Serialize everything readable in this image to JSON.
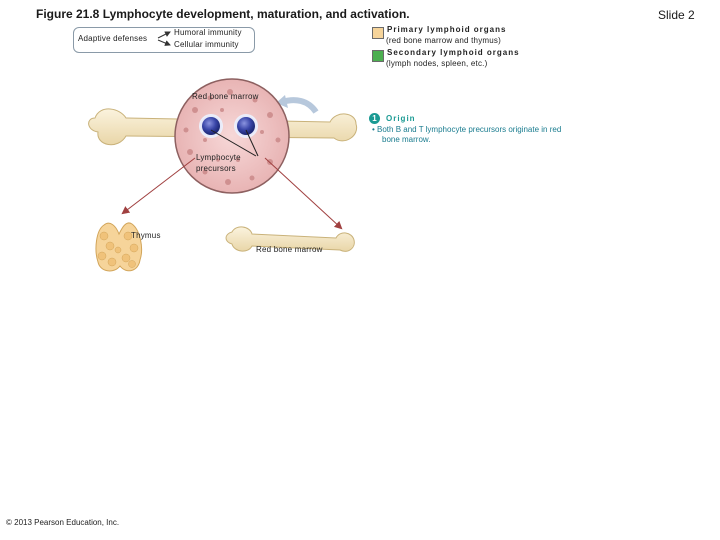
{
  "header": {
    "title": "Figure  21.8  Lymphocyte development, maturation, and activation.",
    "slide": "Slide 2"
  },
  "adaptive": {
    "label": "Adaptive defenses",
    "humoral": "Humoral immunity",
    "cellular": "Cellular immunity"
  },
  "legend": {
    "primary_title": "Primary lymphoid organs",
    "primary_desc": "(red bone marrow and thymus)",
    "secondary_title": "Secondary lymphoid organs",
    "secondary_desc": "(lymph nodes, spleen, etc.)",
    "primary_color": "#f6d49a",
    "secondary_color": "#4caf50"
  },
  "diagram": {
    "bone_marrow_label": "Red bone marrow",
    "precursors_label": "Lymphocyte precursors",
    "precursors_line1": "Lymphocyte",
    "precursors_line2": "precursors",
    "thymus_label": "Thymus",
    "red_bone_marrow_bottom": "Red bone marrow"
  },
  "step": {
    "number": "1",
    "title": "Origin",
    "text_line1": "• Both B and T lymphocyte precursors originate in red",
    "text_line2": "bone marrow.",
    "color": "#1a9a93"
  },
  "footer": {
    "copyright": "© 2013 Pearson Education, Inc."
  }
}
